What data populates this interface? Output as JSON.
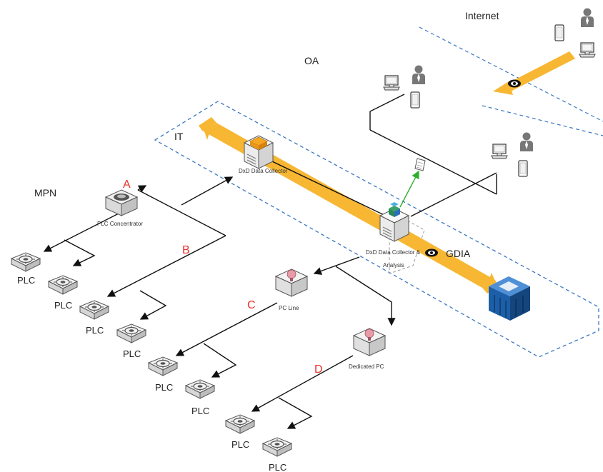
{
  "zones": {
    "internet": "Internet",
    "oa": "OA",
    "it": "IT",
    "mpn": "MPN",
    "gdia": "GDIA"
  },
  "markers": {
    "a": "A",
    "b": "B",
    "c": "C",
    "d": "D"
  },
  "devices": {
    "dxd_collector": "DxD Data Collector",
    "dxd_collector_analysis_line1": "DxD Data Collector &",
    "dxd_collector_analysis_line2": "Analysis",
    "plc_concentrator": "PLC Concentrator",
    "pc_line": "PC Line",
    "dedicated_pc": "Dedicated PC"
  },
  "plc_label": "PLC",
  "colors": {
    "bus": "#f7b733",
    "zone_border": "#3b78c2",
    "marker": "#e8332a",
    "server": "#1c5fa8",
    "link": "#111111",
    "upload": "#2eae2e"
  },
  "icons": [
    "server-box-icon",
    "plc-module-icon",
    "pc-icon",
    "monitor-icon",
    "tablet-icon",
    "person-icon",
    "eye-icon",
    "document-icon",
    "datacenter-icon"
  ]
}
